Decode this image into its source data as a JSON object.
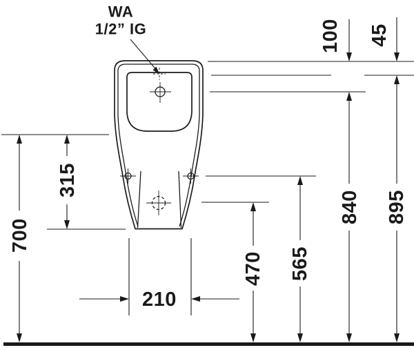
{
  "drawing": {
    "labels": {
      "wa": "WA",
      "thread": "1/2” IG"
    },
    "dims": {
      "d100": "100",
      "d45": "45",
      "d315": "315",
      "d700": "700",
      "d210": "210",
      "d470": "470",
      "d565": "565",
      "d840": "840",
      "d895": "895"
    },
    "colors": {
      "line": "#1a1a1a",
      "background": "#ffffff"
    }
  }
}
